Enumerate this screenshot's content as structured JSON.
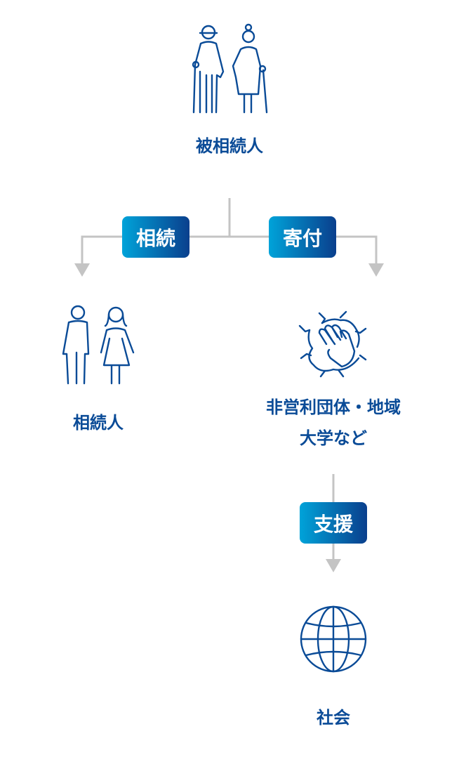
{
  "nodes": {
    "decedent": "被相続人",
    "heir": "相続人",
    "organizations_line1": "非営利団体・地域",
    "organizations_line2": "大学など",
    "society": "社会"
  },
  "badges": {
    "inheritance": "相続",
    "donation": "寄付",
    "support": "支援"
  },
  "colors": {
    "text": "#0a4b97",
    "badge_start": "#00a3d9",
    "badge_end": "#0a3f8d",
    "connector": "#c4c4c4"
  }
}
